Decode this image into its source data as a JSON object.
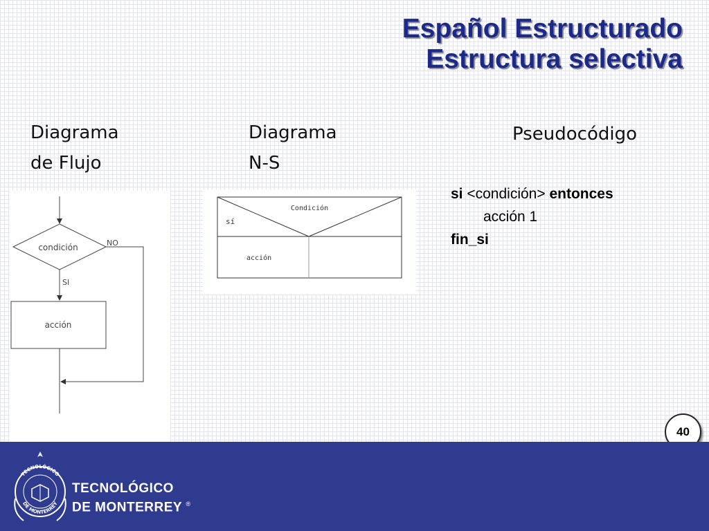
{
  "title": {
    "line1": "Español Estructurado",
    "line2": "Estructura selectiva"
  },
  "columns": {
    "flow": {
      "line1": "Diagrama",
      "line2": "de Flujo"
    },
    "ns": {
      "line1": "Diagrama",
      "line2": "N-S"
    },
    "pseudo": "Pseudocódigo"
  },
  "flowchart": {
    "decision": "condición",
    "no": "NO",
    "yes": "SI",
    "action": "acción"
  },
  "ns_diagram": {
    "condition": "Condición",
    "yes": "sí",
    "action": "acción"
  },
  "pseudocode": {
    "kw_si": "si",
    "condition": "<condición>",
    "kw_then": "entonces",
    "action": "acción 1",
    "kw_end": "fin_si"
  },
  "page_number": "40",
  "logo": {
    "line1": "TECNOLÓGICO",
    "line2": "DE MONTERREY",
    "registered": "®",
    "seal_top": "TECNOLÓGICO",
    "seal_bottom": "DE MONTERREY"
  },
  "colors": {
    "title": "#1c2a86",
    "footer": "#2e3b8f"
  }
}
